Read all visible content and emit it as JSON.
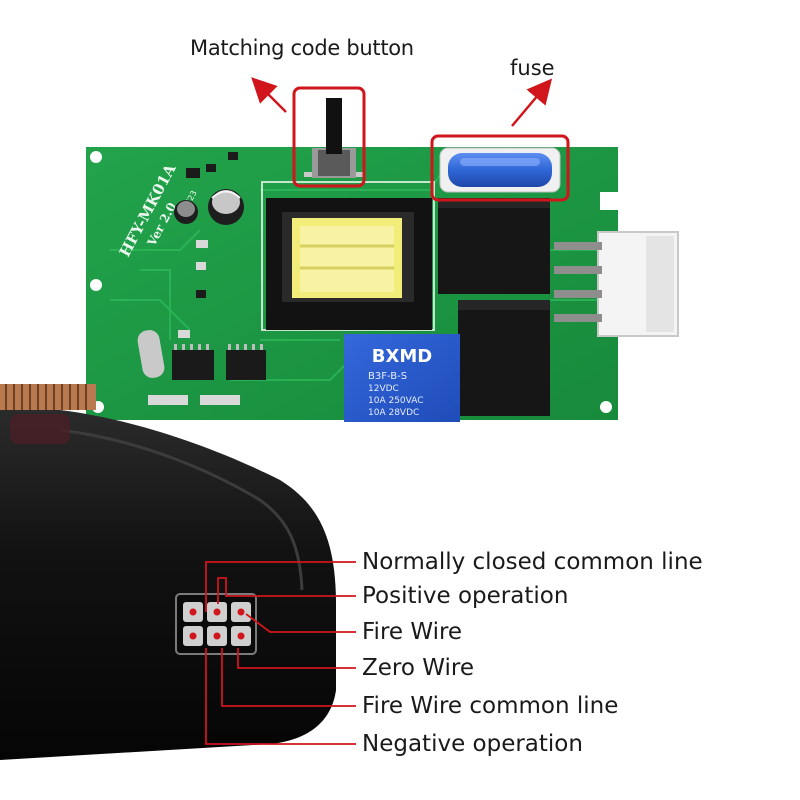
{
  "callouts": {
    "matching_code_button": "Matching code button",
    "fuse": "fuse"
  },
  "board": {
    "model_label": "HFY-MK01A",
    "version_label": "Ver 2.0",
    "date_code": "1723"
  },
  "relay": {
    "brand": "BXMD",
    "model": "B3F-B-S",
    "coil": "12VDC",
    "rating_ac": "10A 250VAC",
    "rating_dc": "10A 28VDC"
  },
  "connector_pins": [
    "Normally closed common line",
    "Positive operation",
    "Fire Wire",
    "Zero Wire",
    "Fire Wire common line",
    "Negative operation"
  ],
  "colors": {
    "pcb_green": "#1f9b45",
    "highlight_red": "#d0151c",
    "relay_blue": "#2458c8",
    "fuse_blue": "#2f66d6",
    "transformer_yellow": "#f2ec7a",
    "housing_black": "#161616"
  }
}
